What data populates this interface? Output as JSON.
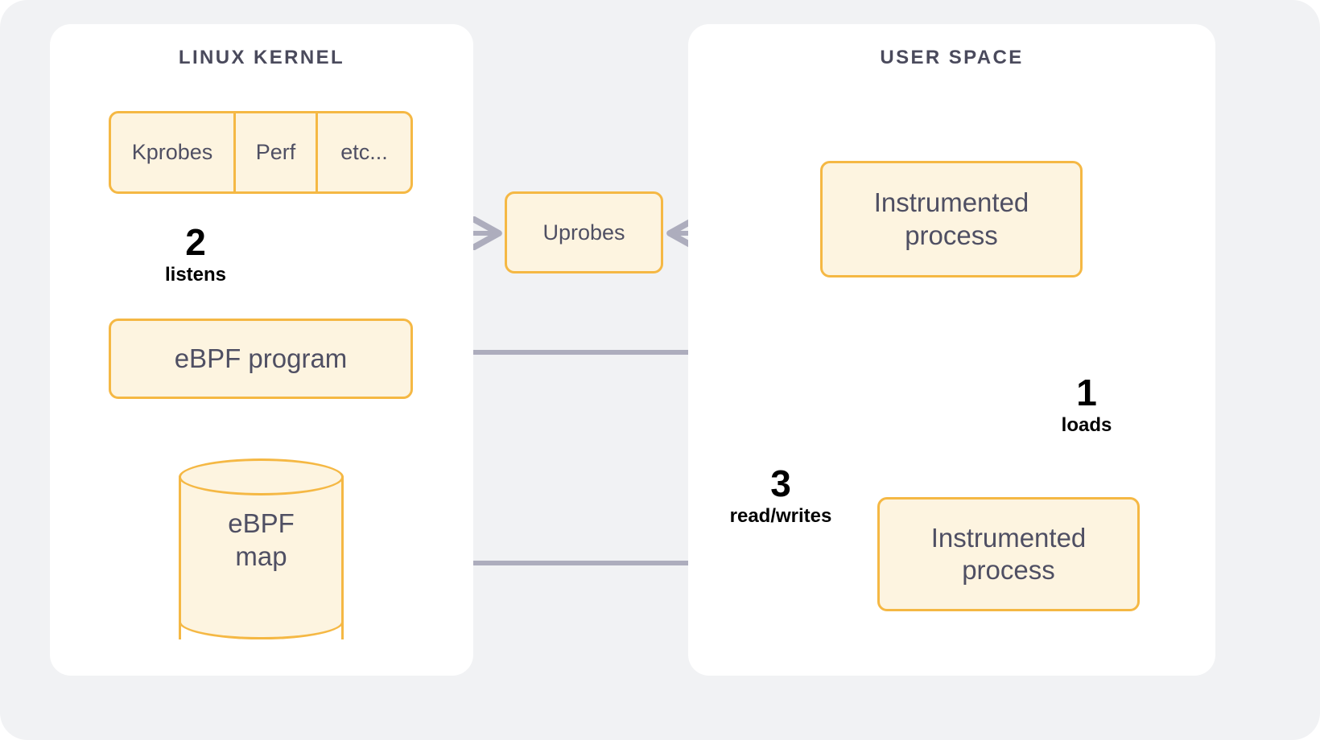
{
  "canvas": {
    "background": "#f1f2f4",
    "panel_background": "#ffffff",
    "node_fill": "#fdf4e0",
    "node_border": "#f5b844",
    "node_text": "#4f4f63",
    "connector_color": "#adadbd",
    "step_text": "#000000"
  },
  "panels": {
    "kernel": {
      "title": "LINUX KERNEL"
    },
    "userspace": {
      "title": "USER SPACE"
    }
  },
  "nodes": {
    "probes": {
      "cells": [
        {
          "label": "Kprobes"
        },
        {
          "label": "Perf"
        },
        {
          "label": "etc..."
        }
      ]
    },
    "ebpf_program": {
      "label": "eBPF program"
    },
    "ebpf_map": {
      "label": "eBPF\nmap",
      "line1": "eBPF",
      "line2": "map"
    },
    "uprobes": {
      "label": "Uprobes"
    },
    "process_top": {
      "line1": "Instrumented",
      "line2": "process"
    },
    "process_bottom": {
      "line1": "Instrumented",
      "line2": "process"
    }
  },
  "steps": [
    {
      "number": "1",
      "label": "loads"
    },
    {
      "number": "2",
      "label": "listens"
    },
    {
      "number": "3",
      "label": "read/writes"
    }
  ]
}
